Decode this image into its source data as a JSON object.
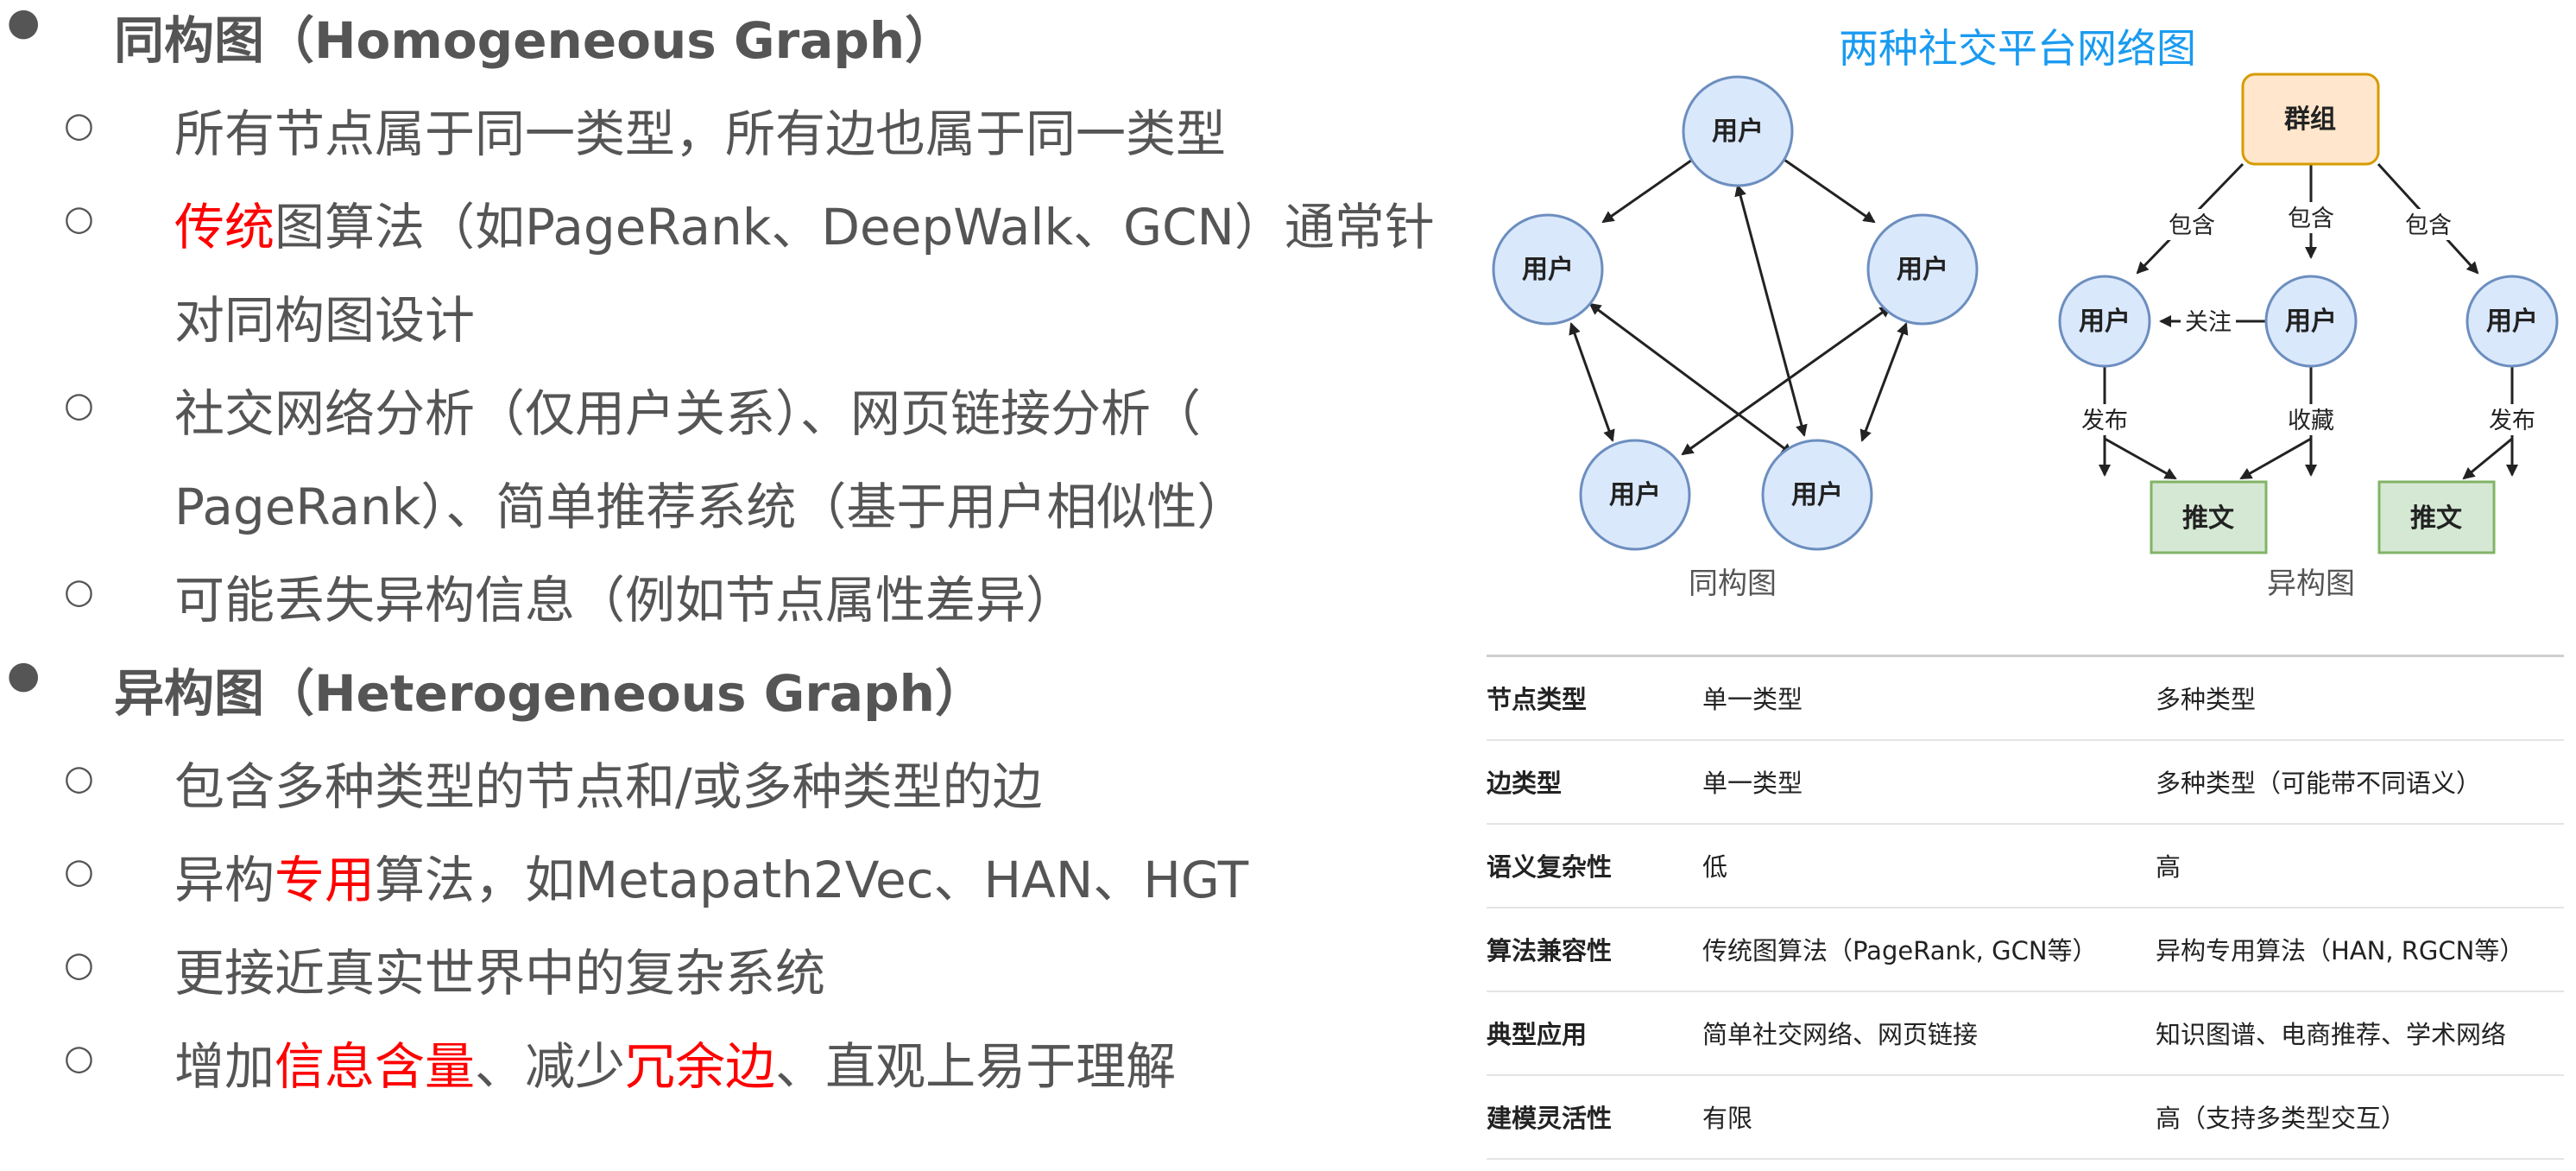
{
  "bullets": [
    {
      "level": 1,
      "segments": [
        {
          "text": "同构图（Homogeneous Graph）"
        }
      ]
    },
    {
      "level": 2,
      "segments": [
        {
          "text": "所有节点属于同一类型，所有边也属于同一类型"
        }
      ]
    },
    {
      "level": 2,
      "segments": [
        {
          "text": "传统",
          "red": true
        },
        {
          "text": "图算法（如PageRank、DeepWalk、GCN）通常针"
        }
      ]
    },
    {
      "level": 2,
      "cont": true,
      "segments": [
        {
          "text": "对同构图设计"
        }
      ]
    },
    {
      "level": 2,
      "segments": [
        {
          "text": "社交网络分析（仅用户关系）、网页链接分析（"
        }
      ]
    },
    {
      "level": 2,
      "cont": true,
      "segments": [
        {
          "text": "PageRank）、简单推荐系统（基于用户相似性）"
        }
      ]
    },
    {
      "level": 2,
      "segments": [
        {
          "text": "可能丢失异构信息（例如节点属性差异）"
        }
      ]
    },
    {
      "level": 1,
      "segments": [
        {
          "text": "异构图（Heterogeneous Graph）"
        }
      ]
    },
    {
      "level": 2,
      "segments": [
        {
          "text": "包含多种类型的节点和/或多种类型的边"
        }
      ]
    },
    {
      "level": 2,
      "segments": [
        {
          "text": "异构"
        },
        {
          "text": "专用",
          "red": true
        },
        {
          "text": "算法，如Metapath2Vec、HAN、HGT"
        }
      ]
    },
    {
      "level": 2,
      "segments": [
        {
          "text": "更接近真实世界中的复杂系统"
        }
      ]
    },
    {
      "level": 2,
      "segments": [
        {
          "text": "增加"
        },
        {
          "text": "信息含量",
          "red": true
        },
        {
          "text": "、减少"
        },
        {
          "text": "冗余边",
          "red": true
        },
        {
          "text": "、直观上易于理解"
        }
      ]
    }
  ],
  "diagram": {
    "title": "两种社交平台网络图",
    "title_color": "#1a9bf0",
    "homo_caption": "同构图",
    "hetero_caption": "异构图",
    "user_label": "用户",
    "group_label": "群组",
    "tweet_label": "推文",
    "edge_contains": "包含",
    "edge_follow": "关注",
    "edge_post": "发布",
    "edge_collect": "收藏",
    "colors": {
      "user_fill": "#dae8fc",
      "user_stroke": "#6c8ebf",
      "group_fill": "#ffe6cc",
      "group_stroke": "#d79b00",
      "tweet_fill": "#d5e8d4",
      "tweet_stroke": "#82b366"
    }
  },
  "table": {
    "rows": [
      [
        "节点类型",
        "单一类型",
        "多种类型"
      ],
      [
        "边类型",
        "单一类型",
        "多种类型（可能带不同语义）"
      ],
      [
        "语义复杂性",
        "低",
        "高"
      ],
      [
        "算法兼容性",
        "传统图算法（PageRank, GCN等）",
        "异构专用算法（HAN, RGCN等）"
      ],
      [
        "典型应用",
        "简单社交网络、网页链接",
        "知识图谱、电商推荐、学术网络"
      ],
      [
        "建模灵活性",
        "有限",
        "高（支持多类型交互）"
      ]
    ]
  }
}
